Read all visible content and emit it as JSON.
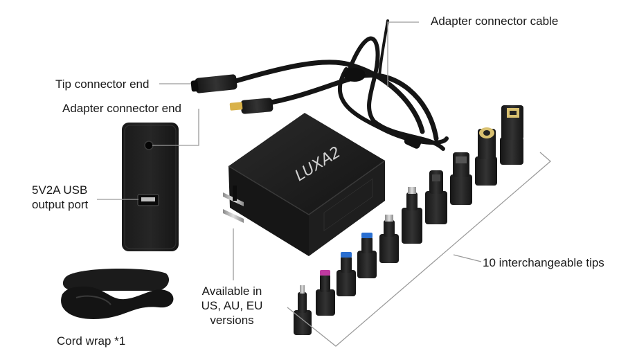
{
  "labels": {
    "adapter_connector_cable": "Adapter connector cable",
    "tip_connector_end": "Tip connector end",
    "adapter_connector_end": "Adapter connector end",
    "usb_port_line1": "5V2A USB",
    "usb_port_line2": "output port",
    "availability_line1": "Available in",
    "availability_line2": "US, AU, EU",
    "availability_line3": "versions",
    "tips": "10 interchangeable tips",
    "cord_wrap": "Cord wrap *1"
  },
  "brand": {
    "logo_text": "LUXA2"
  },
  "colors": {
    "device": "#1c1c1c",
    "device_edge": "#2e2e2e",
    "leader_line": "#9a9a9a",
    "tip_accent_pink": "#c03aa0",
    "tip_accent_blue": "#2a6fd1",
    "tip_accent_gold": "#d8c070"
  }
}
